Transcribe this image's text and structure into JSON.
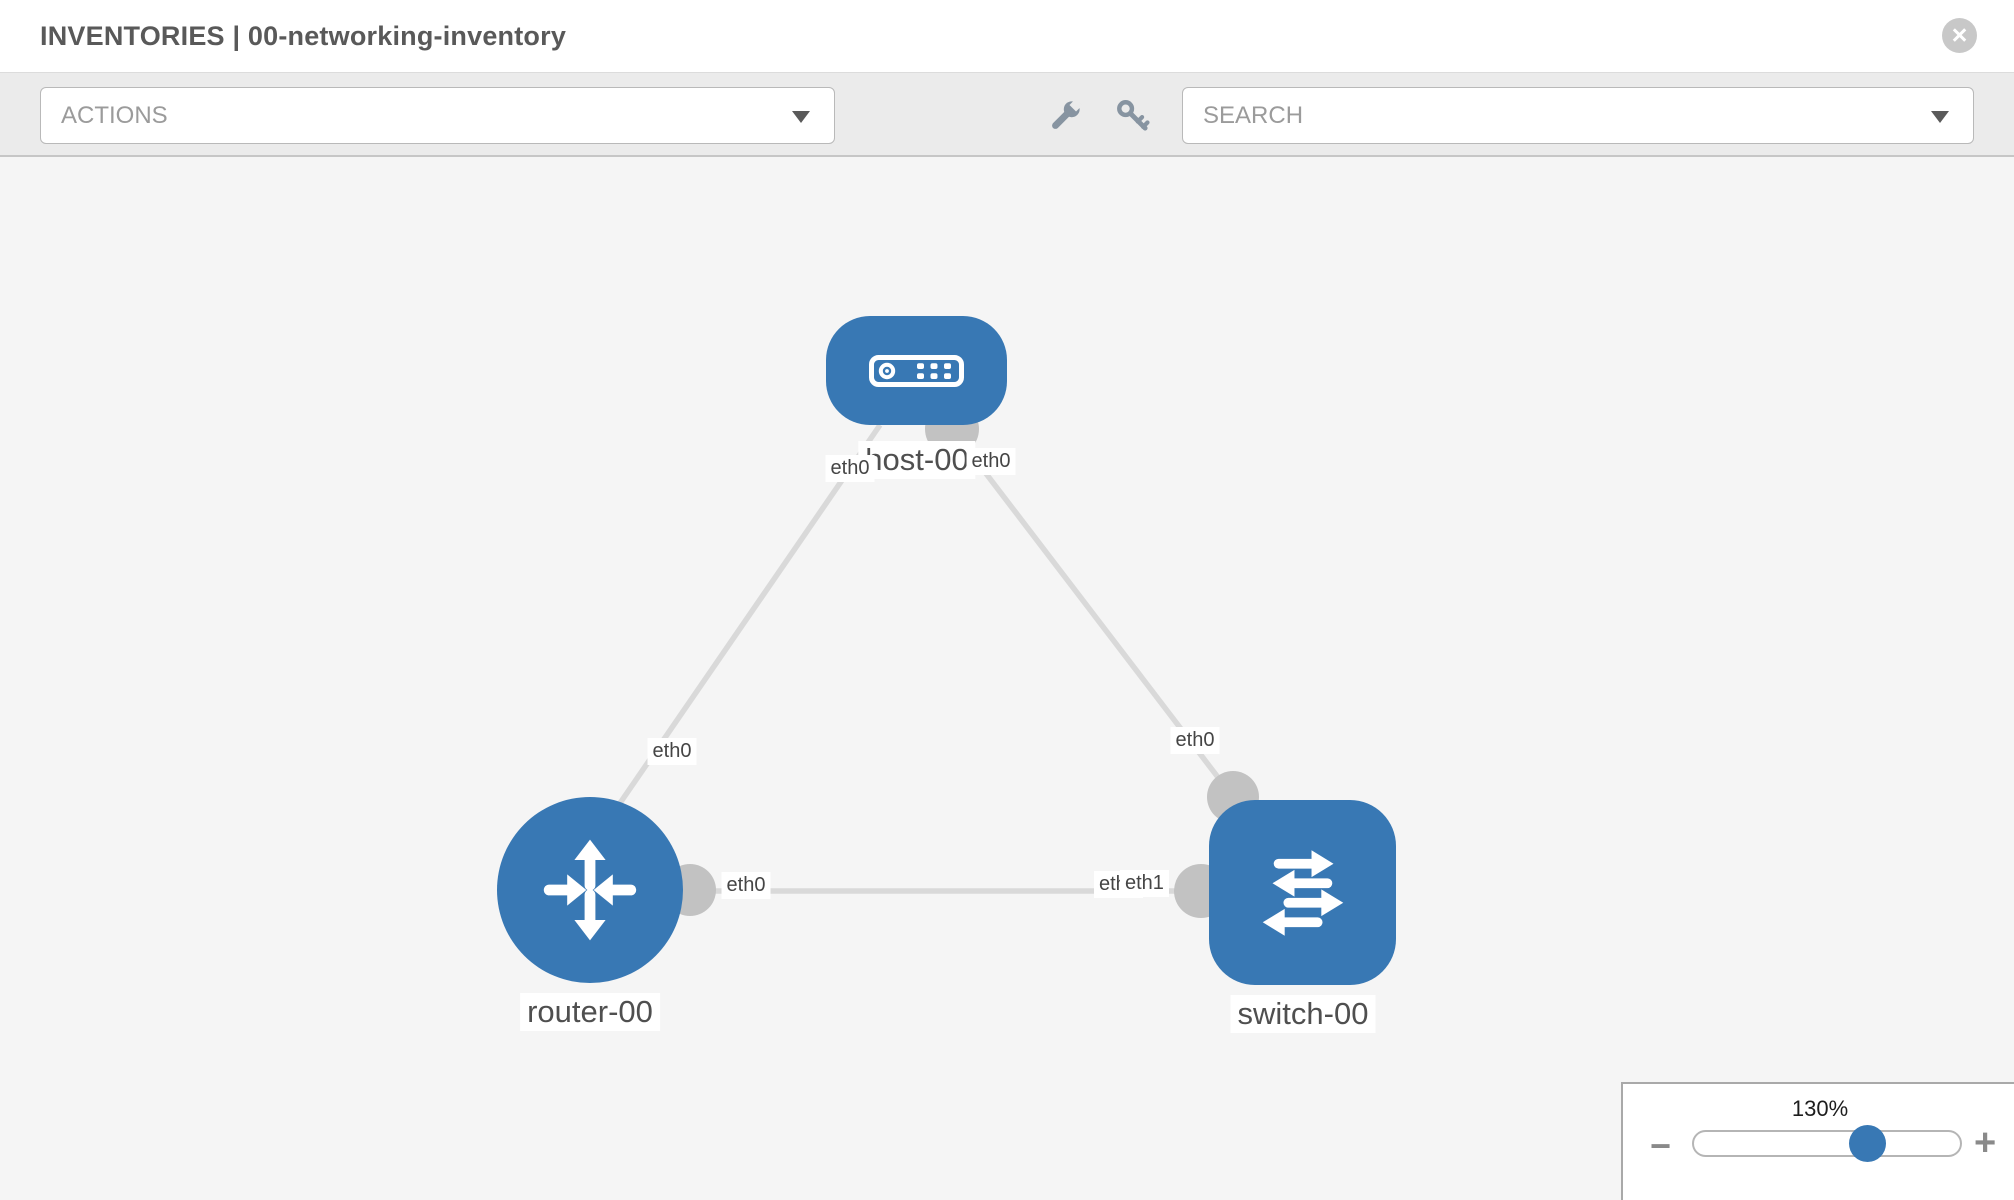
{
  "window": {
    "title": "INVENTORIES | 00-networking-inventory"
  },
  "toolbar": {
    "actions_label": "ACTIONS",
    "search_placeholder": "SEARCH"
  },
  "topology": {
    "nodes": [
      {
        "label": "host-00",
        "type": "host"
      },
      {
        "label": "router-00",
        "type": "router"
      },
      {
        "label": "switch-00",
        "type": "switch"
      }
    ],
    "links": [
      {
        "from": "host-00",
        "to": "router-00",
        "from_interface": "eth0",
        "to_interface": "eth0"
      },
      {
        "from": "host-00",
        "to": "switch-00",
        "from_interface": "eth0",
        "to_interface": "eth0"
      },
      {
        "from": "router-00",
        "to": "switch-00",
        "from_interface": "eth0",
        "to_interface": "eth1"
      }
    ],
    "interfaces": {
      "host_left": "eth0",
      "host_right": "eth0",
      "router_top": "eth0",
      "router_right": "eth0",
      "switch_top": "eth0",
      "switch_left_back": "eth0",
      "switch_left_front": "eth1"
    }
  },
  "zoom_control": {
    "level": "130%"
  },
  "icons": {
    "close": "×",
    "minus": "−",
    "plus": "+"
  },
  "colors": {
    "node_blue": "#3878b4",
    "connector_gray": "#c2c2c2",
    "edge_gray": "#d9d9d9",
    "icon_gray": "#8794a1",
    "toolbar_bg": "#ebebeb"
  }
}
